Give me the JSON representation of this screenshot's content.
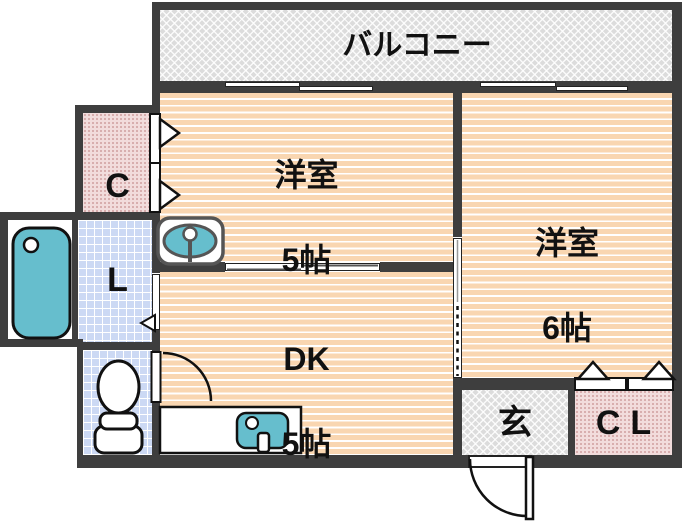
{
  "balcony": {
    "label": "バルコニー"
  },
  "rooms": {
    "western5": {
      "name": "洋室",
      "size": "5帖"
    },
    "western6": {
      "name": "洋室",
      "size": "6帖"
    },
    "dk": {
      "name": "DK",
      "size": "5帖"
    },
    "genkan": {
      "label": "玄"
    },
    "closet_nw": {
      "line1": "C",
      "line2": "L"
    },
    "closet_se": {
      "label": "CL"
    }
  },
  "fixtures": {
    "bathtub": "bathtub-icon",
    "washbasin": "washbasin-icon",
    "toilet": "toilet-icon",
    "kitchen_sink": "kitchen-sink-icon",
    "entrance_door": "entrance-door-arc-icon",
    "interior_door": "interior-door-arc-icon",
    "closet_doors": "closet-fold-door-triangle-icon",
    "sliding_doors": "sliding-door-icon",
    "windows": "window-icon"
  },
  "colors": {
    "wall": "#3e3e3e",
    "floor": "#f9d6b1",
    "tile": "#ccd9f4",
    "closet": "#f2dcdc",
    "balcony": "#dcdcdc",
    "fixture_teal": "#66becd",
    "text": "#111111"
  }
}
